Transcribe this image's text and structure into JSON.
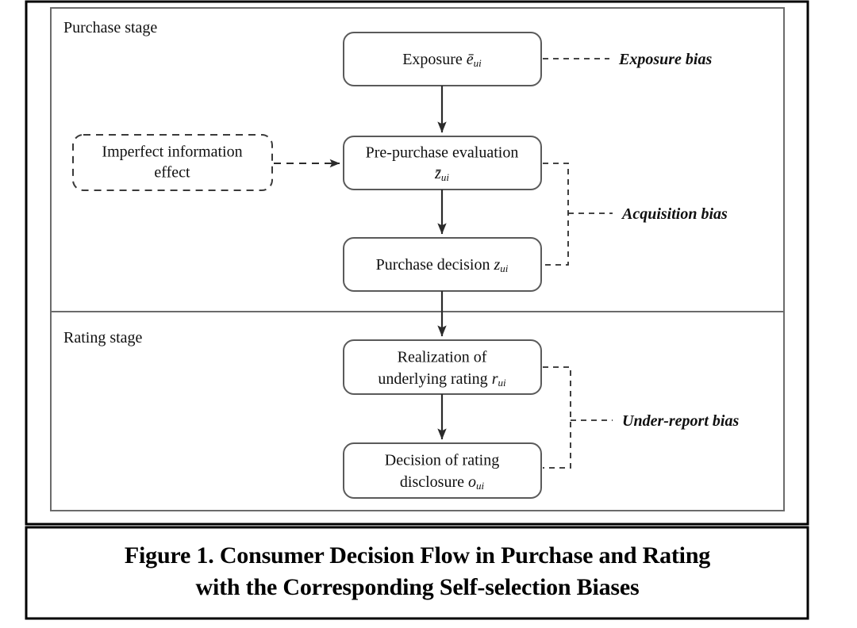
{
  "figure": {
    "frame": {
      "outer_border_color": "#000000",
      "panel_border_color": "#6b6b6b",
      "node_border_color": "#5a5a5a",
      "background": "#ffffff"
    },
    "stages": [
      {
        "id": "purchase",
        "label": "Purchase stage"
      },
      {
        "id": "rating",
        "label": "Rating stage"
      }
    ],
    "nodes": [
      {
        "id": "exposure",
        "style": "solid",
        "lines": [
          {
            "text": "Exposure ",
            "var": "ē",
            "sub": "ui"
          }
        ],
        "plain": "Exposure ēui"
      },
      {
        "id": "pre-purchase-evaluation",
        "style": "solid",
        "lines": [
          {
            "text": "Pre-purchase evaluation"
          },
          {
            "text": "",
            "var": "z̄",
            "sub": "ui"
          }
        ],
        "plain": "Pre-purchase evaluation z̄ui"
      },
      {
        "id": "imperfect-information-effect",
        "style": "dashed",
        "lines": [
          {
            "text": "Imperfect information"
          },
          {
            "text": "effect"
          }
        ],
        "plain": "Imperfect information effect"
      },
      {
        "id": "purchase-decision",
        "style": "solid",
        "lines": [
          {
            "text": "Purchase decision ",
            "var": "z",
            "sub": "ui"
          }
        ],
        "plain": "Purchase decision zui"
      },
      {
        "id": "realization-of-underlying-rating",
        "style": "solid",
        "lines": [
          {
            "text": "Realization of"
          },
          {
            "text": "underlying rating ",
            "var": "r",
            "sub": "ui"
          }
        ],
        "plain": "Realization of underlying rating rui"
      },
      {
        "id": "decision-of-rating-disclosure",
        "style": "solid",
        "lines": [
          {
            "text": "Decision of rating"
          },
          {
            "text": "disclosure ",
            "var": "o",
            "sub": "ui"
          }
        ],
        "plain": "Decision of rating disclosure oui"
      }
    ],
    "bias_annotations": [
      {
        "id": "exposure-bias",
        "label": "Exposure bias",
        "connector": "dashed-line"
      },
      {
        "id": "acquisition-bias",
        "label": "Acquisition bias",
        "connector": "dashed-bracket"
      },
      {
        "id": "under-report-bias",
        "label": "Under-report bias",
        "connector": "dashed-bracket"
      }
    ],
    "caption": {
      "line1": "Figure 1. Consumer Decision Flow in Purchase and Rating",
      "line2": "with the Corresponding Self-selection Biases"
    }
  }
}
